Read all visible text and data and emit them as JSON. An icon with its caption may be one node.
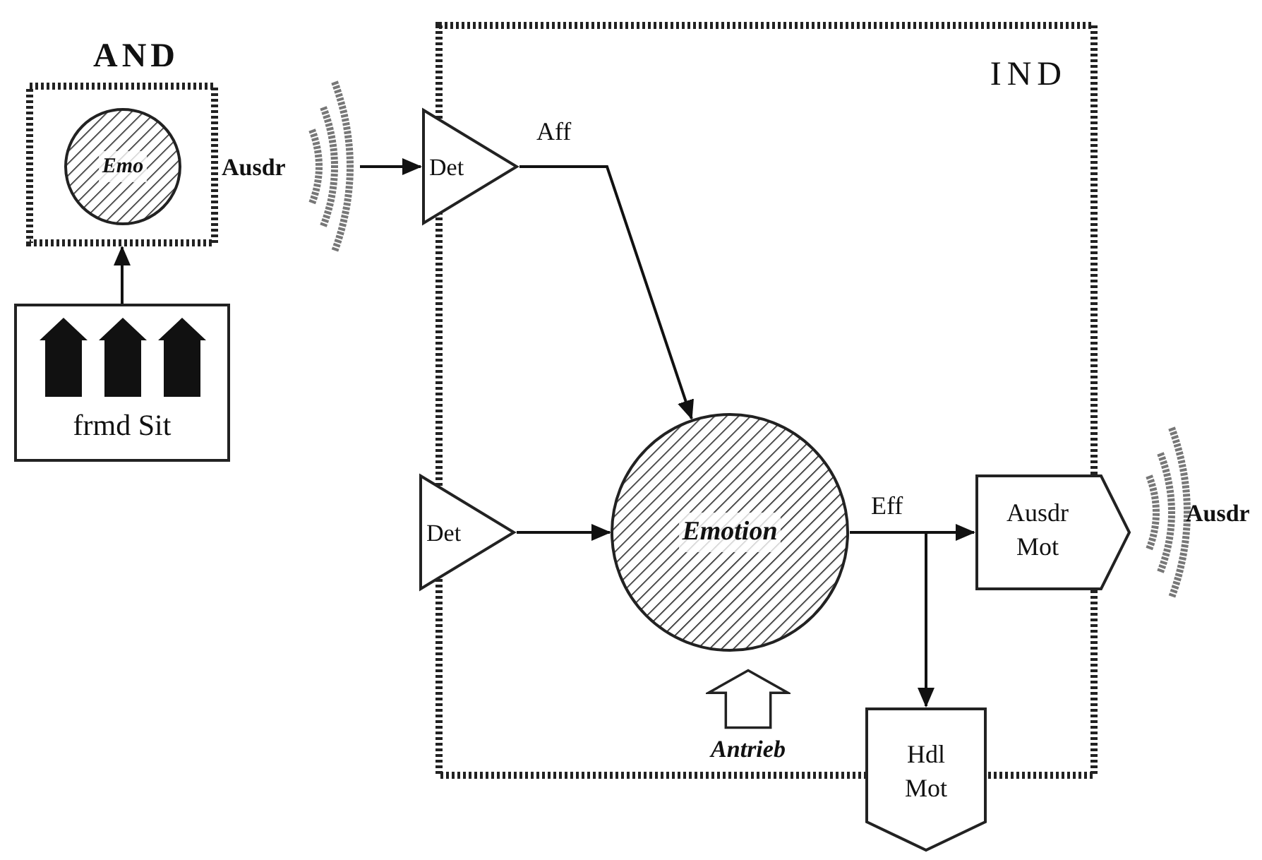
{
  "diagram": {
    "nodes": [
      {
        "text": [
          "AND"
        ]
      },
      {
        "text": [
          "Emo"
        ],
        "in": 0
      },
      {
        "text": [
          "frmd Sit"
        ]
      },
      {
        "text": [
          "Ausdr"
        ]
      },
      {
        "text": [
          "IND"
        ]
      },
      {
        "text": [
          "Det"
        ]
      },
      {
        "text": [
          "Det"
        ]
      },
      {
        "text": [
          "Emotion"
        ],
        "in": 4
      },
      {
        "text": [
          "Antrieb"
        ],
        "in": 4
      },
      {
        "text": [
          "Ausdr Mot"
        ]
      },
      {
        "text": [
          "Hdl Mot"
        ]
      },
      {
        "text": [
          "Ausdr"
        ]
      }
    ],
    "edges": [
      {
        "from": 2,
        "to": 0,
        "arrow": "to"
      },
      {
        "from": 3,
        "to": 5,
        "arrow": "to"
      },
      {
        "from": 5,
        "to": 7,
        "arrow": "to",
        "label": "Aff"
      },
      {
        "from": 6,
        "to": 7,
        "arrow": "to"
      },
      {
        "from": 7,
        "to": 9,
        "arrow": "to",
        "label": "Eff"
      },
      {
        "from": 7,
        "to": 10,
        "arrow": "to"
      }
    ]
  }
}
